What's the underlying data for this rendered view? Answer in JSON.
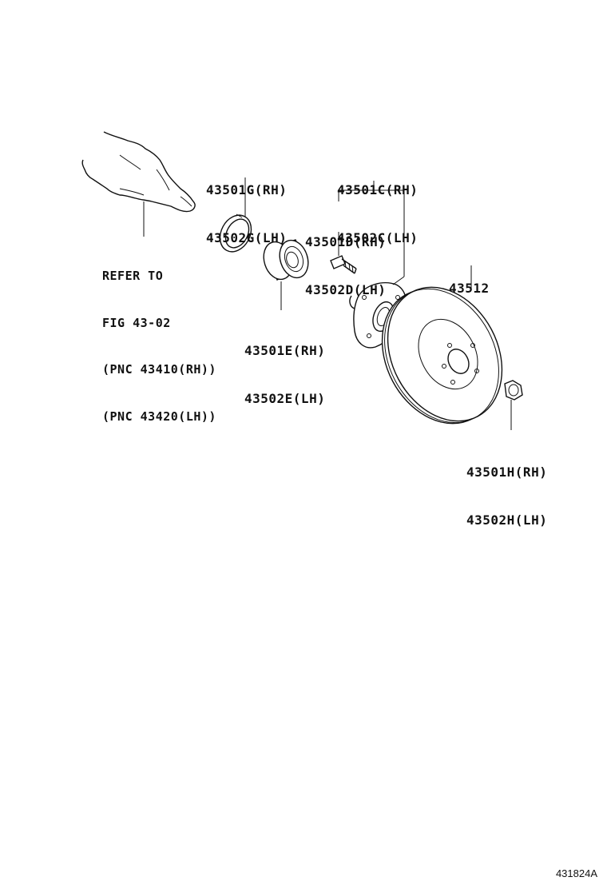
{
  "parts": {
    "snap_ring": {
      "rh": "43501G(RH)",
      "lh": "43502G(LH)"
    },
    "hub_assembly": {
      "rh": "43501C(RH)",
      "lh": "43502C(LH)"
    },
    "hub_bolt": {
      "rh": "43501D(RH)",
      "lh": "43502D(LH)"
    },
    "bearing": {
      "rh": "43501E(RH)",
      "lh": "43502E(LH)"
    },
    "disc": {
      "number": "43512"
    },
    "nut": {
      "rh": "43501H(RH)",
      "lh": "43502H(LH)"
    }
  },
  "reference_note": {
    "lines": [
      "REFER TO",
      "FIG 43-02",
      "(PNC 43410(RH))",
      "(PNC 43420(LH))"
    ]
  },
  "figure_id": "431824A"
}
